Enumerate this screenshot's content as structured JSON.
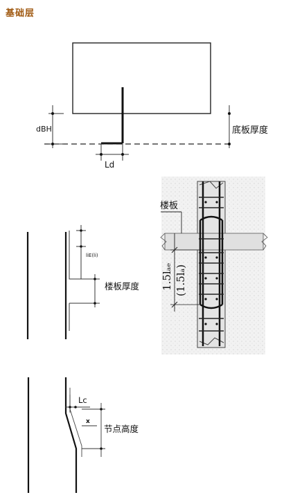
{
  "section_title": "基础层",
  "foundation": {
    "dbh_label": "dBH",
    "thickness_label": "底板厚度",
    "ld_label": "Ld"
  },
  "floor_splice": {
    "lap_label": "liE(li)",
    "thickness_label": "楼板厚度"
  },
  "drawing": {
    "slab_label": "楼板",
    "lap_le_label": "1.5lₐₑ",
    "lap_l_label": "(1.5lₐ)"
  },
  "joint": {
    "lc_label": "Lc",
    "x_label": "x",
    "height_label": "节点高度"
  },
  "colors": {
    "title": "#a05a12",
    "line": "#111111",
    "drawing_bg": "#f0f0f0"
  }
}
